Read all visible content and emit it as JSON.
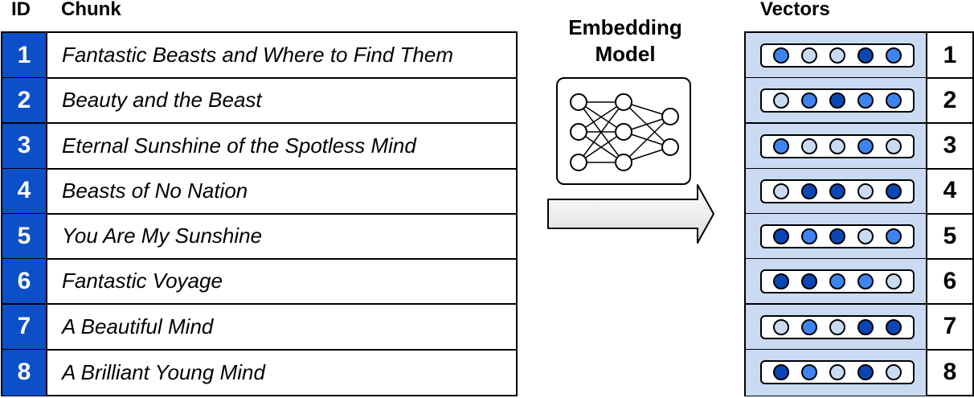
{
  "headers": {
    "id": "ID",
    "chunk": "Chunk",
    "vectors": "Vectors"
  },
  "model": {
    "line1": "Embedding",
    "line2": "Model"
  },
  "colors": {
    "id_cell": "#0c4fc8",
    "vector_bg": "#c9daf2",
    "dot_light": "#c9daf2",
    "dot_mid": "#3d84f0",
    "dot_dark": "#0a46b4"
  },
  "chunks": [
    {
      "id": "1",
      "text": "Fantastic Beasts and Where to Find Them"
    },
    {
      "id": "2",
      "text": "Beauty and the Beast"
    },
    {
      "id": "3",
      "text": "Eternal Sunshine of the Spotless Mind"
    },
    {
      "id": "4",
      "text": "Beasts of No Nation"
    },
    {
      "id": "5",
      "text": "You Are My Sunshine"
    },
    {
      "id": "6",
      "text": "Fantastic Voyage"
    },
    {
      "id": "7",
      "text": "A Beautiful Mind"
    },
    {
      "id": "8",
      "text": "A Brilliant Young Mind"
    }
  ],
  "vectors": [
    {
      "id": "1",
      "dots": [
        "mid",
        "light",
        "light",
        "dark",
        "mid"
      ]
    },
    {
      "id": "2",
      "dots": [
        "light",
        "mid",
        "dark",
        "mid",
        "mid"
      ]
    },
    {
      "id": "3",
      "dots": [
        "mid",
        "light",
        "light",
        "mid",
        "light"
      ]
    },
    {
      "id": "4",
      "dots": [
        "light",
        "dark",
        "dark",
        "light",
        "dark"
      ]
    },
    {
      "id": "5",
      "dots": [
        "dark",
        "mid",
        "dark",
        "light",
        "mid"
      ]
    },
    {
      "id": "6",
      "dots": [
        "dark",
        "dark",
        "mid",
        "mid",
        "light"
      ]
    },
    {
      "id": "7",
      "dots": [
        "light",
        "mid",
        "light",
        "dark",
        "dark"
      ]
    },
    {
      "id": "8",
      "dots": [
        "dark",
        "mid",
        "light",
        "dark",
        "light"
      ]
    }
  ]
}
